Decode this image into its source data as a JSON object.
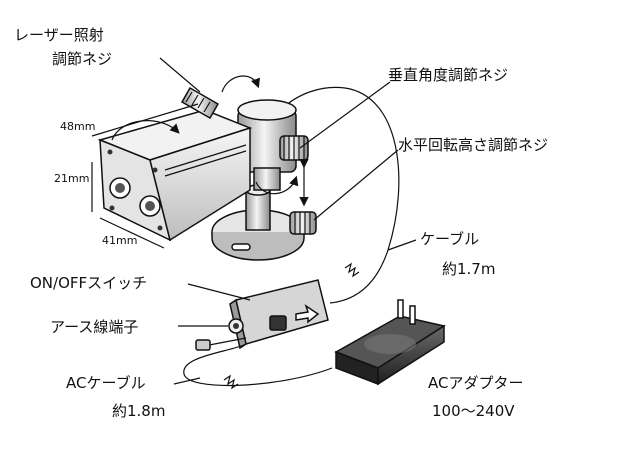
{
  "labels": {
    "laser_screw_line1": "レーザー照射",
    "laser_screw_line2": "調節ネジ",
    "vertical_screw": "垂直角度調節ネジ",
    "horizontal_screw": "水平回転高さ調節ネジ",
    "cable": "ケーブル",
    "cable_length": "約1.7m",
    "onoff_switch": "ON/OFFスイッチ",
    "ground_terminal": "アース線端子",
    "ac_cable": "ACケーブル",
    "ac_cable_length": "約1.8m",
    "ac_adapter": "ACアダプター",
    "voltage": "100～240V"
  },
  "dimensions": {
    "width": "48mm",
    "height": "21mm",
    "depth": "41mm"
  },
  "colors": {
    "line": "#111111",
    "housing_light": "#f2f2f2",
    "housing_mid": "#d9d9d9",
    "housing_dark": "#a8a8a8",
    "adapter_dark": "#333333"
  },
  "icons": {
    "rotation_arrows": "curved-arrow-icon",
    "switch_direction": "arrow-right-icon"
  }
}
